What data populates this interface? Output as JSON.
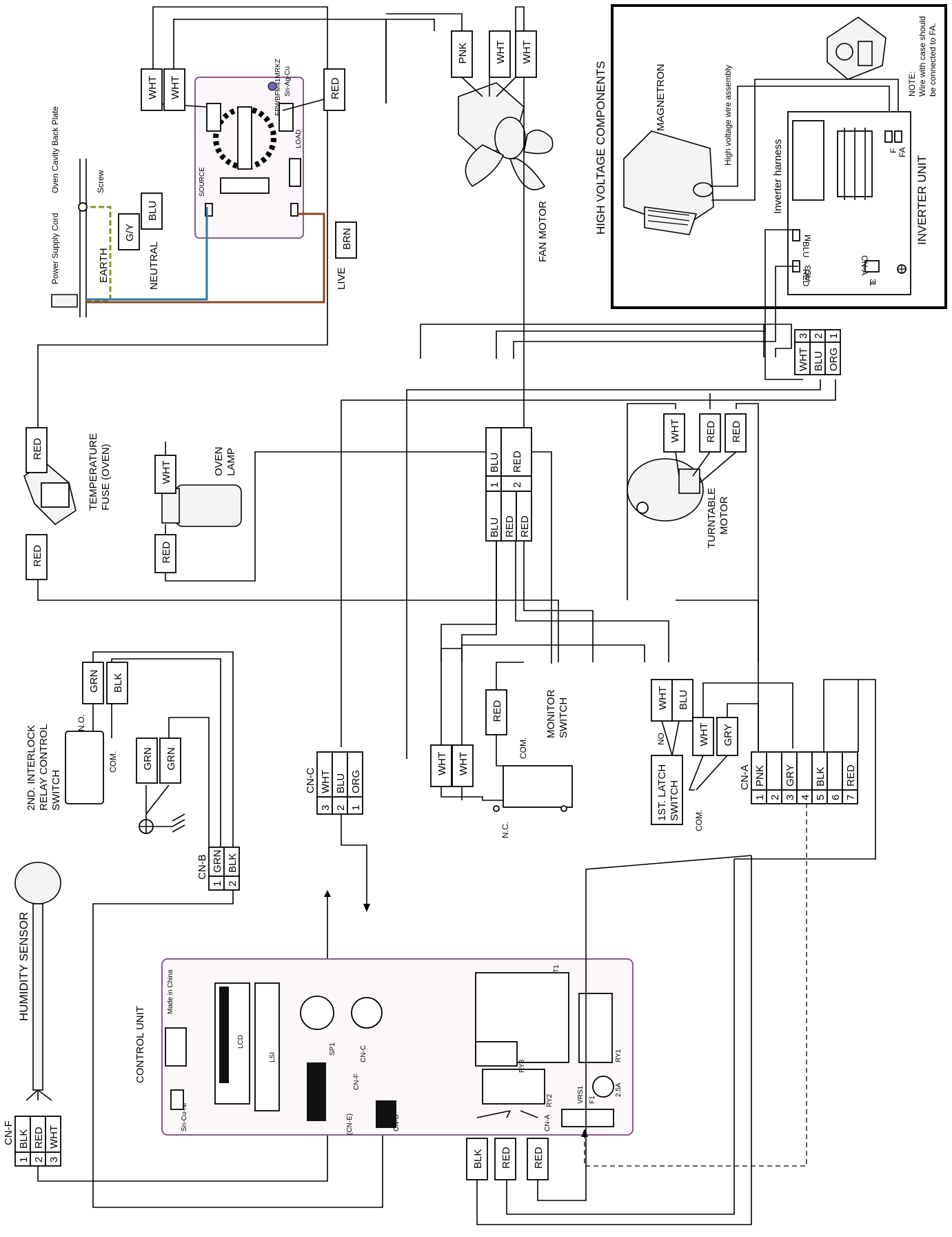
{
  "labels": {
    "power_cord": "Power Supply Cord",
    "oven_back": "Oven Cavity Back Plate",
    "screw": "Screw",
    "earth": "EARTH",
    "neutral": "NEUTRAL",
    "live": "LIVE",
    "fan_motor": "FAN MOTOR",
    "hv_components": "HIGH VOLTAGE COMPONENTS",
    "magnetron": "MAGNETRON",
    "hv_wire": "High voltage wire assembly",
    "inverter_harness": "Inverter harness",
    "inverter_unit": "INVERTER UNIT",
    "note_1": "NOTE:",
    "note_2": "Wire with case should",
    "note_3": "be connected to FA.",
    "temp_fuse_1": "TEMPERATURE",
    "temp_fuse_2": "FUSE  (OVEN)",
    "oven_lamp_1": "OVEN",
    "oven_lamp_2": "LAMP",
    "turntable_1": "TURNTABLE",
    "turntable_2": "MOTOR",
    "monitor_sw_1": "MONITOR",
    "monitor_sw_2": "SWITCH",
    "latch_1": "1ST. LATCH",
    "latch_2": "SWITCH",
    "interlock_1": "2ND. INTERLOCK",
    "interlock_2": "RELAY CONTROL",
    "interlock_3": "SWITCH",
    "humidity": "HUMIDITY SENSOR",
    "control_unit": "CONTROL UNIT",
    "com": "COM.",
    "no": "NO",
    "no_dot": "N.O.",
    "nc": "N.C."
  },
  "terminal_labels": {
    "f": "F",
    "fa": "FA",
    "m": "M",
    "blu": "BLU",
    "ac3": "AC3",
    "red": "RED",
    "cna": "CN-A",
    "pin1": "1",
    "pin3": "3"
  },
  "wire_tags": {
    "wht_a": "WHT",
    "wht_b": "WHT",
    "red_filter": "RED",
    "gy": "G/Y",
    "blu_neutral": "BLU",
    "brn_live": "BRN",
    "pnk_fan": "PNK",
    "wht_fan1": "WHT",
    "wht_fan2": "WHT",
    "red_fuse_top": "RED",
    "red_fuse_bot": "RED",
    "wht_lamp": "WHT",
    "red_lamp": "RED",
    "wht_tt": "WHT",
    "red_tt1": "RED",
    "red_tt2": "RED",
    "grn_int": "GRN",
    "blk_int": "BLK",
    "grn_g1": "GRN",
    "grn_g2": "GRN",
    "wht_mon1": "WHT",
    "wht_mon2": "WHT",
    "red_mon": "RED",
    "wht_latch": "WHT",
    "blu_latch": "BLU",
    "wht_latch2": "WHT",
    "gry_latch": "GRY",
    "blk_ry": "BLK",
    "red_ry1": "RED",
    "red_ry2": "RED"
  },
  "connectors": {
    "cn_c": {
      "name": "CN-C",
      "pins": [
        [
          "3",
          "WHT"
        ],
        [
          "2",
          "BLU"
        ],
        [
          "1",
          "ORG"
        ]
      ]
    },
    "cn_b": {
      "name": "CN-B",
      "pins": [
        [
          "1",
          "GRN"
        ],
        [
          "2",
          "BLK"
        ]
      ]
    },
    "cn_f": {
      "name": "CN-F",
      "pins": [
        [
          "1",
          "BLK"
        ],
        [
          "2",
          "RED"
        ],
        [
          "3",
          "WHT"
        ]
      ]
    },
    "cn_a": {
      "name": "CN-A",
      "pins": [
        [
          "1",
          "PNK"
        ],
        [
          "2",
          ""
        ],
        [
          "3",
          "GRY"
        ],
        [
          "4",
          ""
        ],
        [
          "5",
          "BLK"
        ],
        [
          "6",
          ""
        ],
        [
          "7",
          "RED"
        ]
      ]
    },
    "plug_3": {
      "pins": [
        [
          "WHT",
          "3"
        ],
        [
          "BLU",
          "2"
        ],
        [
          "ORG",
          "1"
        ]
      ]
    },
    "relay_plug": {
      "left": [
        "BLU",
        "RED",
        "RED"
      ],
      "mid": [
        "1",
        "2"
      ],
      "right": [
        "BLU",
        "RED"
      ]
    }
  },
  "pcb_texts": {
    "filter_board": "FPWBFM41MRKZ",
    "source": "SOURCE",
    "load": "LOAD",
    "cu": "Sn-Ag-Cu",
    "sn": "Sn-Cu-Ni",
    "made_in": "Made in China",
    "lcd": "LCD",
    "lsi": "LSI",
    "t1": "T1",
    "ry1": "RY1",
    "ry2": "RY2",
    "ry3": "RY3",
    "cn_a_pcb": "CN-A",
    "cn_b_pcb": "CN-B",
    "cn_c_pcb": "CN-C",
    "cn_e_pcb": "(CN-E)",
    "cn_f_pcb": "CN-F",
    "fuse": "F1",
    "fuse_val": "2.5A",
    "sp1": "SP1",
    "vrs1": "VRS1"
  }
}
